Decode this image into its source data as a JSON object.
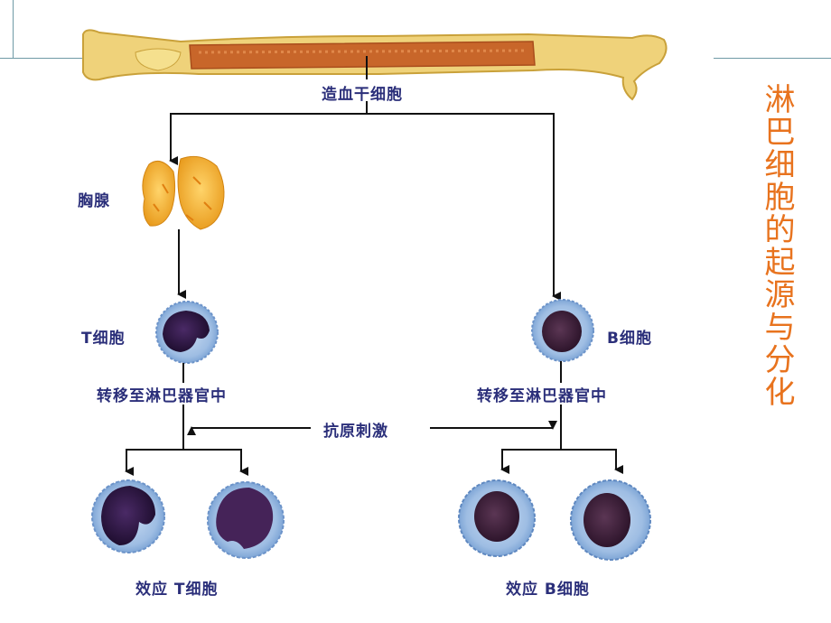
{
  "title": "淋巴细胞的起源与分化",
  "labels": {
    "stem_cell": "造血干细胞",
    "thymus": "胸腺",
    "t_cell": "T细胞",
    "b_cell": "B细胞",
    "migrate_left": "转移至淋巴器官中",
    "migrate_right": "转移至淋巴器官中",
    "antigen": "抗原刺激",
    "effector_t": "效应 T细胞",
    "effector_b": "效应 B细胞"
  },
  "colors": {
    "title": "#e8731e",
    "label": "#2b2f7a",
    "bone": "#e8c85a",
    "marrow": "#c8662a",
    "thymus": "#f0b030",
    "cell_cytoplasm": "#a9c6e6",
    "t_nucleus": "#2c1542",
    "b_nucleus": "#3a1e38"
  }
}
